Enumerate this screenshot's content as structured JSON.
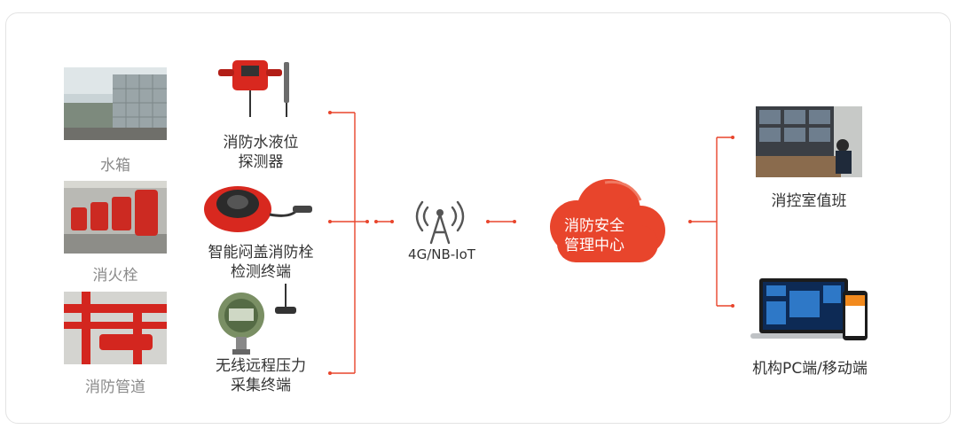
{
  "sources": [
    {
      "caption": "水箱"
    },
    {
      "caption": "消火栓"
    },
    {
      "caption": "消防管道"
    }
  ],
  "devices": [
    {
      "line1": "消防水液位",
      "line2": "探测器"
    },
    {
      "line1": "智能闷盖消防栓",
      "line2": "检测终端"
    },
    {
      "line1": "无线远程压力",
      "line2": "采集终端"
    }
  ],
  "network": {
    "label": "4G/NB-IoT",
    "icon": "antenna-icon"
  },
  "cloud": {
    "line1": "消防安全",
    "line2": "管理中心",
    "color": "#e8452c"
  },
  "outputs": [
    {
      "caption": "消控室值班"
    },
    {
      "caption": "机构PC端/移动端"
    }
  ],
  "accent_color": "#e8452c"
}
